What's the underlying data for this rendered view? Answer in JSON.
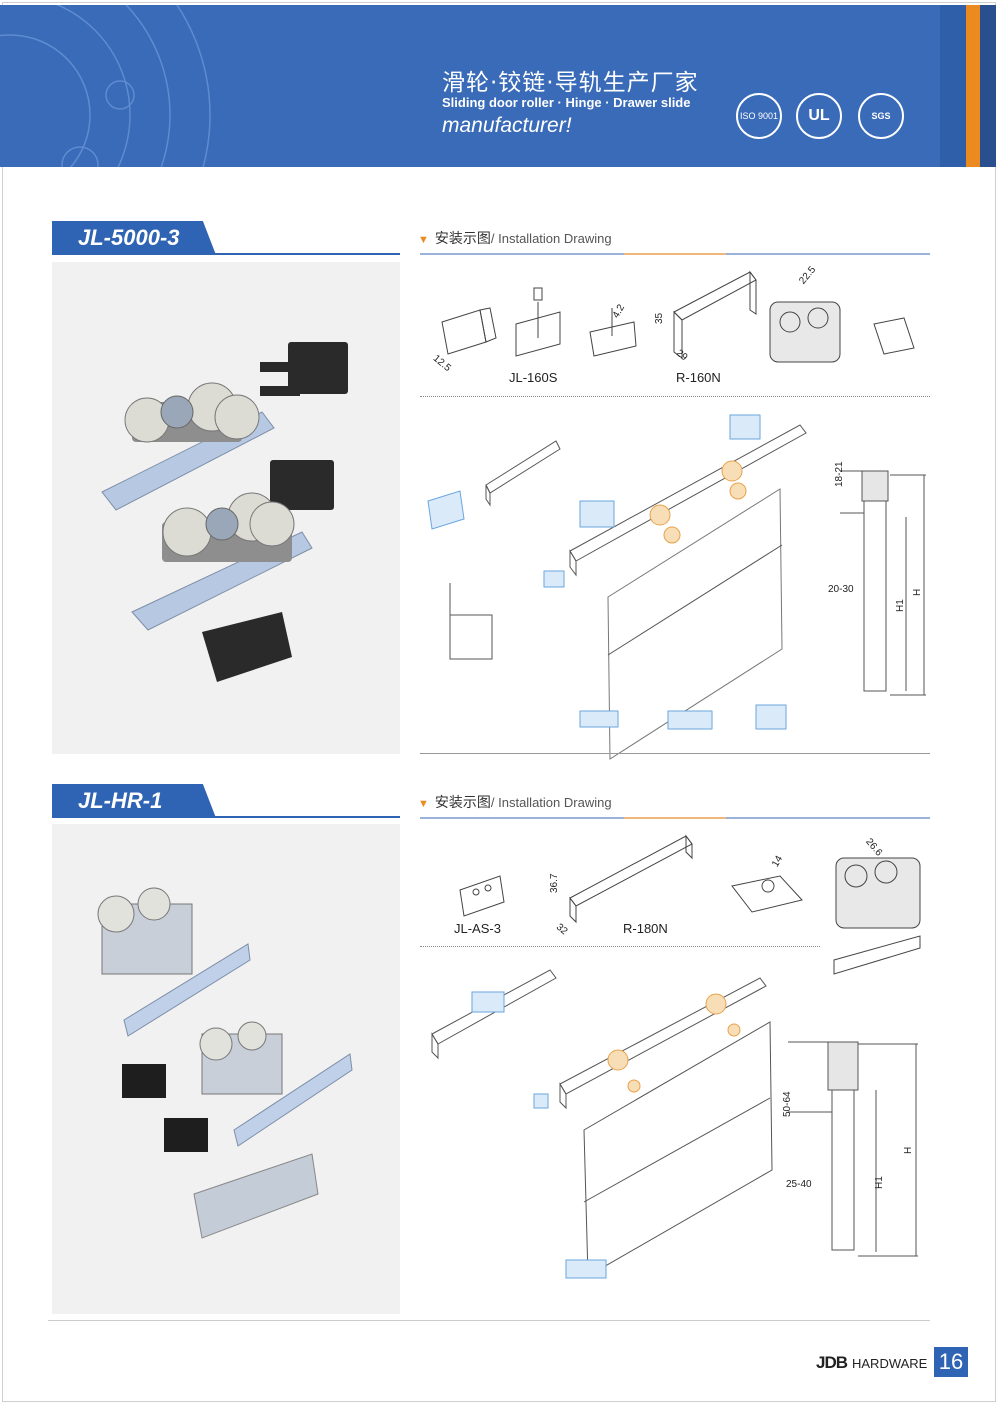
{
  "header": {
    "title_cn": "滑轮·铰链·导轨生产厂家",
    "title_en_line1": "Sliding door roller  · Hinge  · Drawer slide",
    "title_en_line2": "manufacturer!",
    "certifications": [
      "ISO 9001",
      "UL",
      "SGS"
    ]
  },
  "sections": [
    {
      "model": "JL-5000-3",
      "installation_label_cn": "安装示图",
      "installation_label_en": "/ Installation Drawing",
      "part_labels": [
        "JL-160S",
        "R-160N"
      ],
      "dimensions": [
        "12.5",
        "4.2",
        "35",
        "29",
        "22.5",
        "18-21",
        "20-30",
        "H1",
        "H"
      ]
    },
    {
      "model": "JL-HR-1",
      "installation_label_cn": "安装示图",
      "installation_label_en": "/ Installation Drawing",
      "part_labels": [
        "JL-AS-3",
        "R-180N"
      ],
      "dimensions": [
        "36.7",
        "32",
        "14",
        "26.6",
        "50-64",
        "25-40",
        "H1",
        "H"
      ]
    }
  ],
  "footer": {
    "logo": "JDB",
    "brand": "HARDWARE",
    "page_number": "16"
  },
  "colors": {
    "header_blue": "#3a6bb8",
    "accent_orange": "#ea8a1f",
    "tab_blue": "#2f63b3"
  }
}
